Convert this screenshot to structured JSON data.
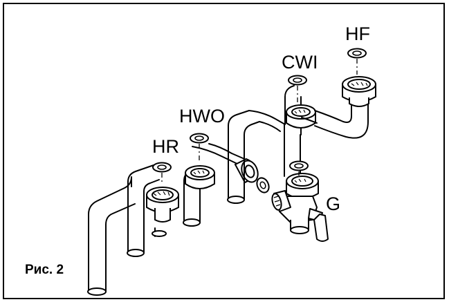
{
  "figure": {
    "caption": "Рис. 2",
    "labels": {
      "hf": "HF",
      "cwi": "CWI",
      "hwo": "HWO",
      "hr": "HR",
      "g": "G"
    }
  },
  "colors": {
    "line": "#000000",
    "background": "#ffffff"
  }
}
